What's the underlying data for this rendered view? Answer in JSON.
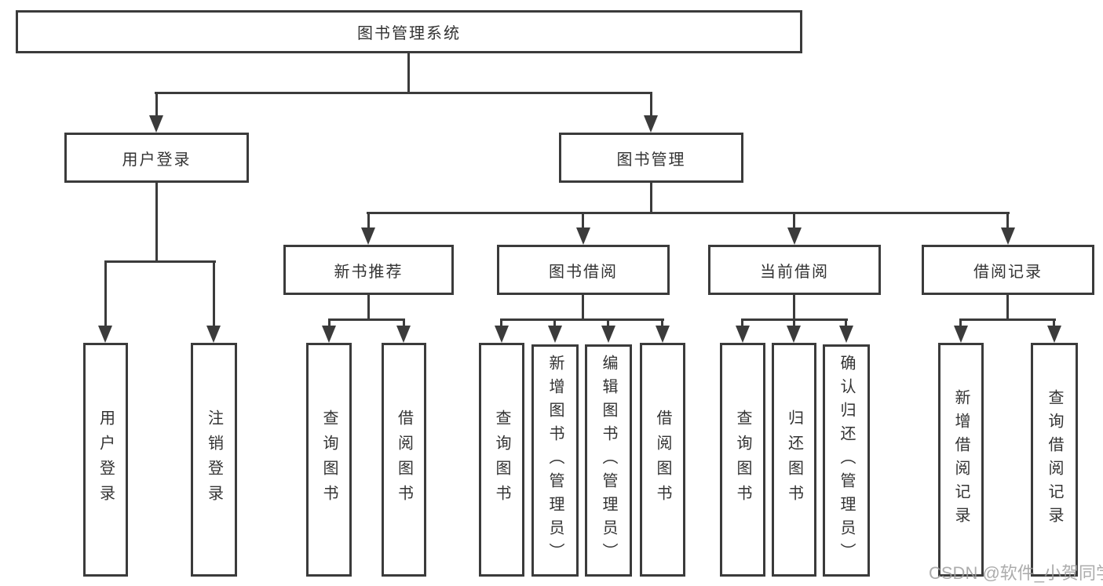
{
  "colors": {
    "line": "#3b3b3b",
    "text": "#333333",
    "watermark": "#9e9e9e",
    "background": "#ffffff"
  },
  "watermark": {
    "text": "CSDN @软件_小贺同学"
  },
  "tree": {
    "label": "图书管理系统",
    "children": [
      {
        "label": "用户登录",
        "children": [
          {
            "label": "用户登录"
          },
          {
            "label": "注销登录"
          }
        ]
      },
      {
        "label": "图书管理",
        "children": [
          {
            "label": "新书推荐",
            "children": [
              {
                "label": "查询图书"
              },
              {
                "label": "借阅图书"
              }
            ]
          },
          {
            "label": "图书借阅",
            "children": [
              {
                "label": "查询图书"
              },
              {
                "label": "新增图书（管理员）"
              },
              {
                "label": "编辑图书（管理员）"
              },
              {
                "label": "借阅图书"
              }
            ]
          },
          {
            "label": "当前借阅",
            "children": [
              {
                "label": "查询图书"
              },
              {
                "label": "归还图书"
              },
              {
                "label": "确认归还（管理员）"
              }
            ]
          },
          {
            "label": "借阅记录",
            "children": [
              {
                "label": "新增借阅记录"
              },
              {
                "label": "查询借阅记录"
              }
            ]
          }
        ]
      }
    ]
  }
}
